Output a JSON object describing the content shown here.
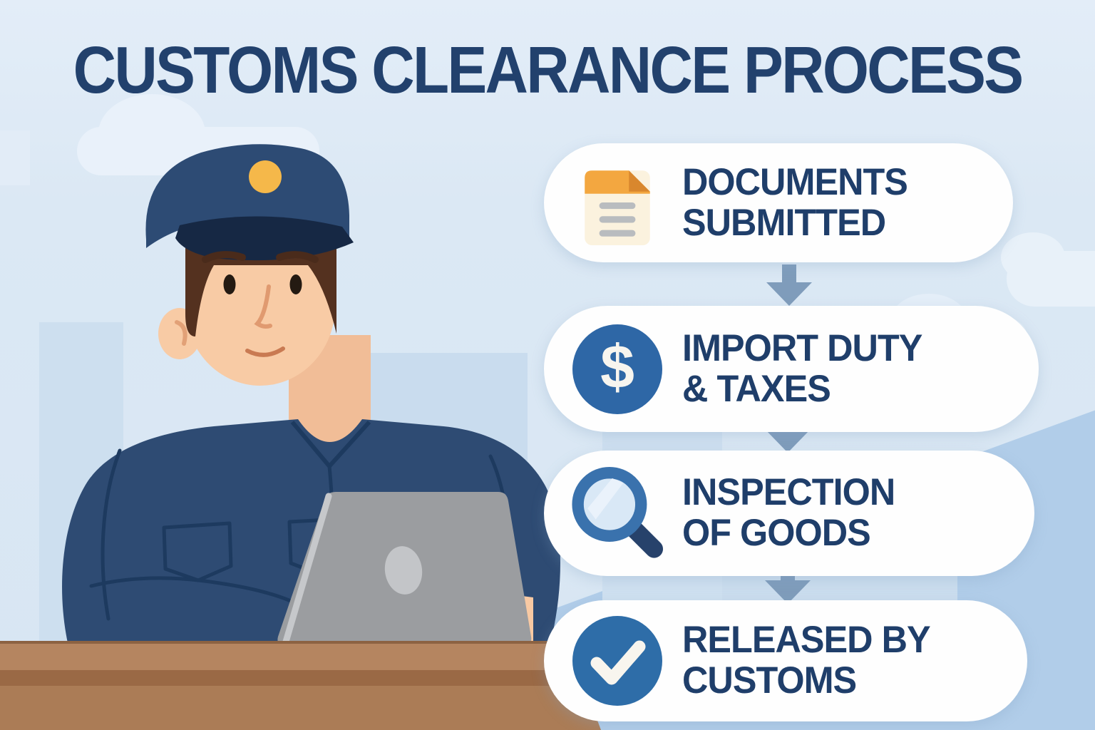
{
  "title": "CUSTOMS CLEARANCE PROCESS",
  "steps": [
    {
      "name": "documents-submitted",
      "icon": "document-icon",
      "line1": "DOCUMENTS",
      "line2": "SUBMITTED"
    },
    {
      "name": "import-duty-taxes",
      "icon": "dollar-icon",
      "line1": "IMPORT DUTY",
      "line2": "& TAXES",
      "glyph": "$"
    },
    {
      "name": "inspection-of-goods",
      "icon": "magnifier-icon",
      "line1": "INSPECTION",
      "line2": "OF GOODS"
    },
    {
      "name": "released-by-customs",
      "icon": "check-icon",
      "line1": "RELEASED BY",
      "line2": "CUSTOMS"
    }
  ],
  "colors": {
    "background_sky": "#dbe8f4",
    "background_diagonal": "#b1cde9",
    "pill_background": "#fefefe",
    "heading_text": "#22416d",
    "step_text": "#1f3e6a",
    "arrow": "#7f9cbb",
    "icon_circle_blue": "#2e6aa6",
    "document_orange": "#f3a740",
    "uniform_navy": "#2e4b73",
    "cap_visor_navy": "#162844",
    "badge_gold": "#f5b84a",
    "skin": "#f8cba5",
    "desk_brown": "#ab7c56",
    "laptop_gray": "#9b9da0"
  }
}
